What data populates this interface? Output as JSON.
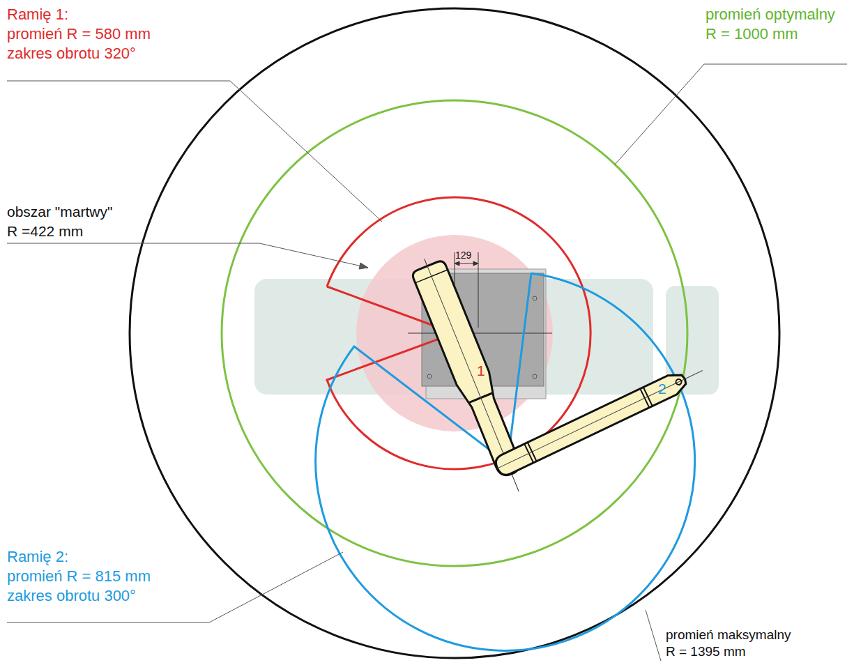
{
  "diagram": {
    "labels": [
      "Ramię 1:",
      "promień R = 580 mm",
      "zakres obrotu 320°",
      "promień optymalny",
      "R = 1000 mm",
      "obszar \"martwy\"",
      "R =422 mm",
      "129",
      "1",
      "2",
      "Ramię 2:",
      "promień R = 815 mm",
      "zakres obrotu 300°",
      "promień maksymalny",
      "R = 1395 mm"
    ]
  }
}
